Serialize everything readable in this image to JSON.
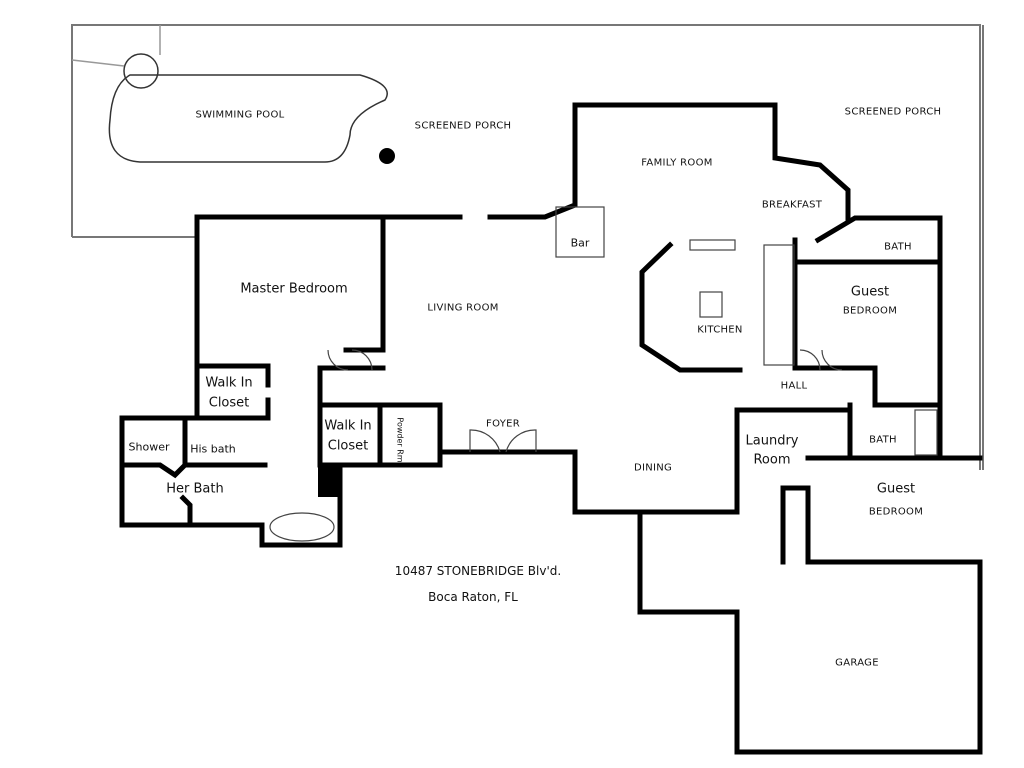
{
  "floorplan": {
    "rooms": {
      "swimming_pool": "SWIMMING POOL",
      "screened_porch_left": "SCREENED PORCH",
      "screened_porch_right": "SCREENED PORCH",
      "family_room": "FAMILY ROOM",
      "breakfast": "BREAKFAST",
      "bar": "Bar",
      "bath_upper": "BATH",
      "guest_upper_title": "Guest",
      "guest_upper_sub": "BEDROOM",
      "master_bedroom": "Master Bedroom",
      "living_room": "LIVING ROOM",
      "kitchen": "KITCHEN",
      "hall": "HALL",
      "walk_in_closet_1_a": "Walk In",
      "walk_in_closet_1_b": "Closet",
      "walk_in_closet_2_a": "Walk In",
      "walk_in_closet_2_b": "Closet",
      "powder_room": "Powder Rm",
      "foyer": "FOYER",
      "shower": "Shower",
      "his_bath": "His bath",
      "her_bath": "Her Bath",
      "laundry_a": "Laundry",
      "laundry_b": "Room",
      "bath_lower": "BATH",
      "dining": "DINING",
      "guest_lower_title": "Guest",
      "guest_lower_sub": "BEDROOM",
      "garage": "GARAGE"
    },
    "address": {
      "street": "10487 STONEBRIDGE Blv'd.",
      "city": "Boca Raton, FL"
    }
  }
}
